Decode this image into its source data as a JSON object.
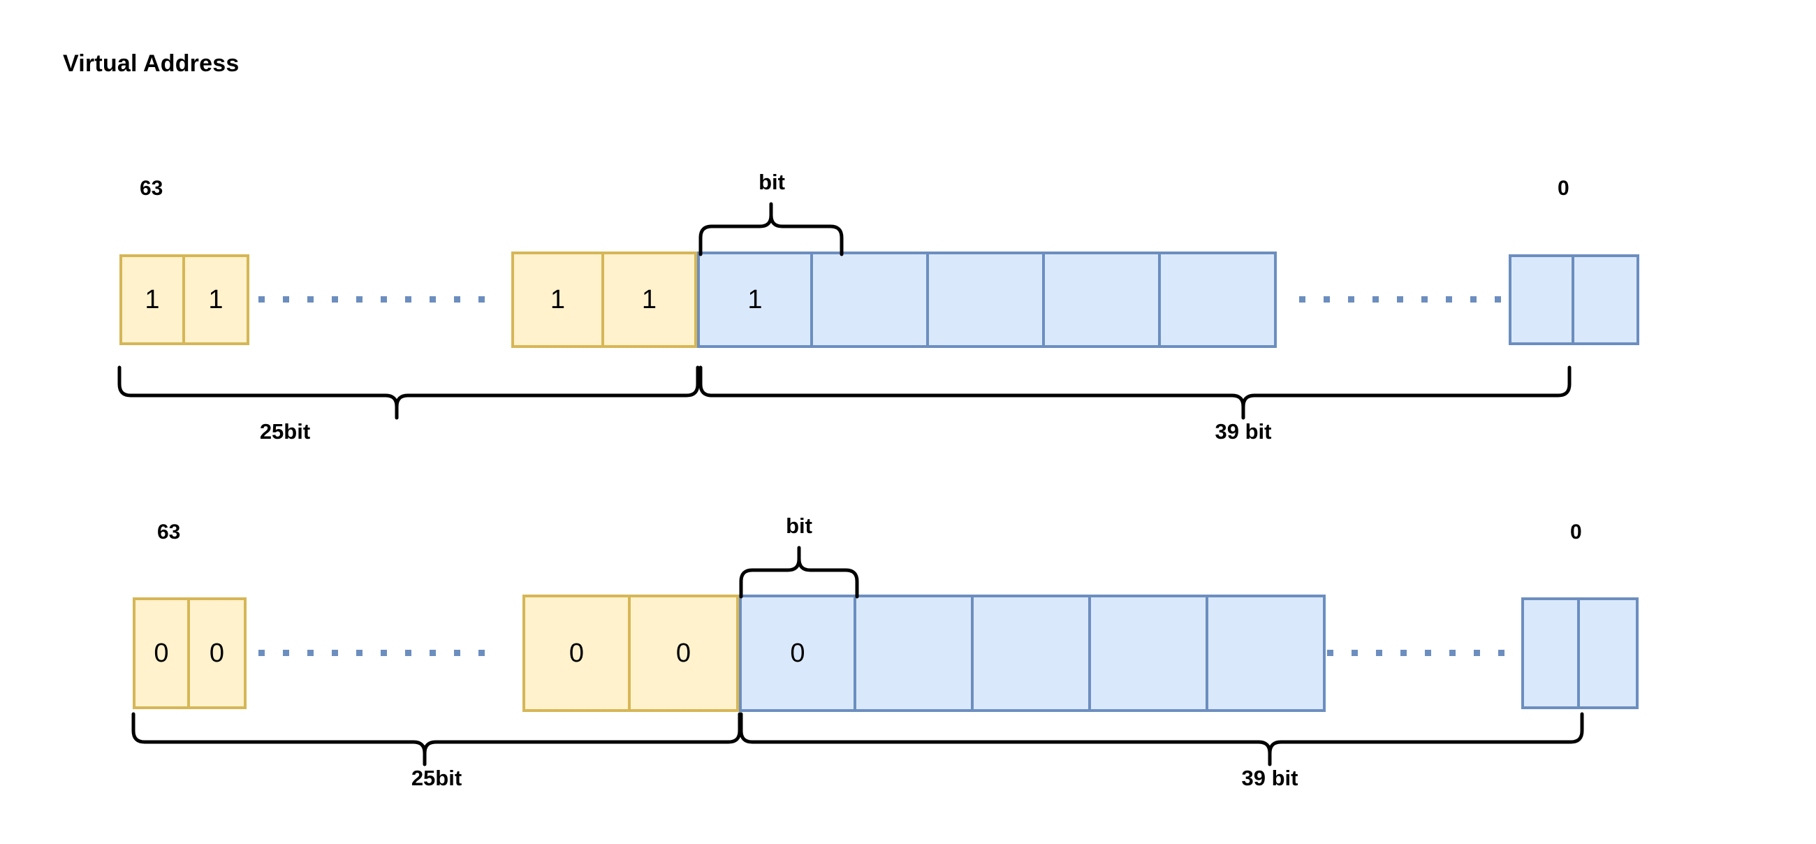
{
  "title": "Virtual Address",
  "colors": {
    "yellow_fill": "#FFF2CC",
    "yellow_border": "#D6B656",
    "blue_fill": "#DAE8FC",
    "blue_border": "#6C8EBF",
    "text": "#000000",
    "background": "#FFFFFF"
  },
  "rows": [
    {
      "id": "row-ones",
      "left_index_label": "63",
      "right_index_label": "0",
      "bit_brace_label": "bit",
      "high_field_label": "25bit",
      "low_field_label": "39 bit",
      "high_field_cells": [
        "1",
        "1",
        "1",
        "1"
      ],
      "low_field_cells": [
        "1",
        "",
        "",
        "",
        "",
        "",
        ""
      ]
    },
    {
      "id": "row-zeros",
      "left_index_label": "63",
      "right_index_label": "0",
      "bit_brace_label": "bit",
      "high_field_label": "25bit",
      "low_field_label": "39 bit",
      "high_field_cells": [
        "0",
        "0",
        "0",
        "0"
      ],
      "low_field_cells": [
        "0",
        "",
        "",
        "",
        "",
        "",
        ""
      ]
    }
  ]
}
